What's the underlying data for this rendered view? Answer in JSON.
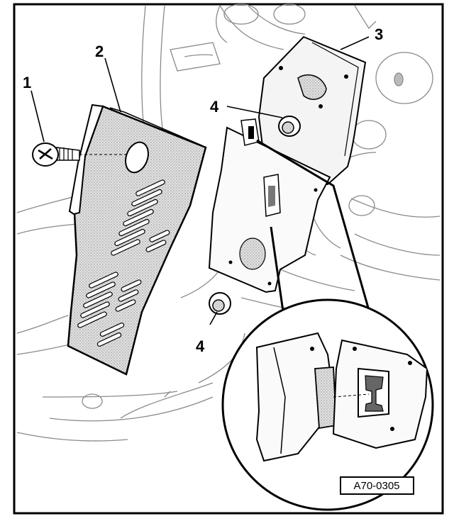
{
  "callouts": {
    "screw": "1",
    "trim_panel": "2",
    "bracket": "3",
    "clip_upper": "4",
    "clip_lower": "4"
  },
  "figure_id": "A70-0305",
  "colors": {
    "ink": "#000000",
    "paper": "#ffffff",
    "panel_fill": "#d9d9d9",
    "background_line": "#8a8a8a"
  }
}
